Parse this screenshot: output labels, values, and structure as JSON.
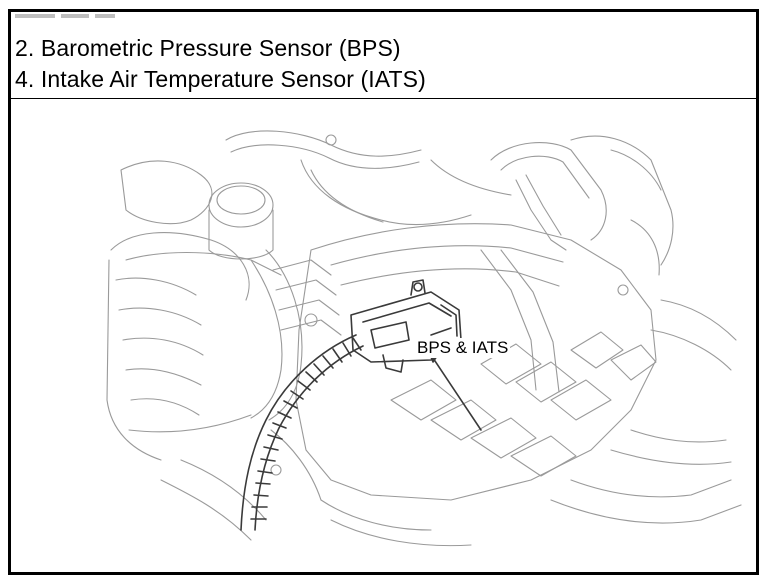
{
  "header": {
    "line1": "2. Barometric Pressure Sensor (BPS)",
    "line2": "4. Intake Air Temperature Sensor (IATS)"
  },
  "diagram": {
    "callout_label": "BPS & IATS"
  },
  "colors": {
    "border": "#000000",
    "line_art": "#8c8c8c",
    "line_art_dark": "#3a3a3a",
    "background": "#ffffff"
  }
}
